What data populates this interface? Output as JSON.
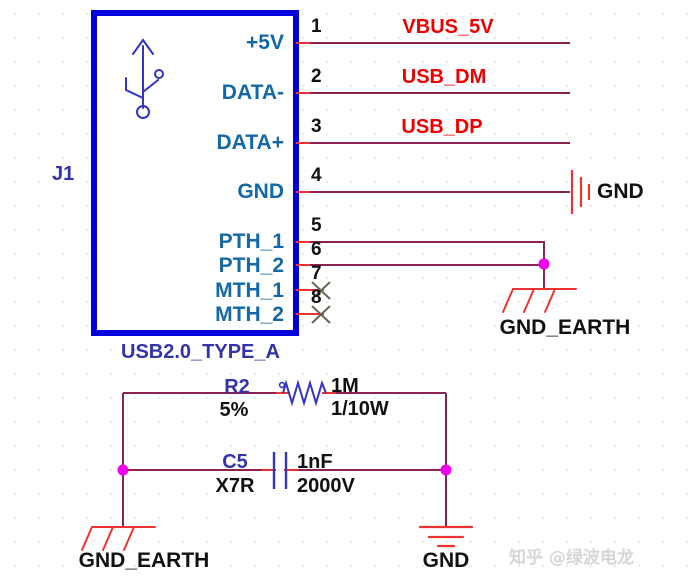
{
  "colors": {
    "body_outline": "#0000dd",
    "pin_label": "#1468a8",
    "designator": "#3333aa",
    "net_label": "#ee0000",
    "wire": "#8b2252",
    "pin_line": "#ee3333",
    "junction": "#ee00ee",
    "ground": "#ee3333",
    "symbol": "#3333cc",
    "grid_dot": "#e4e4ea",
    "watermark": "#d6d6d6"
  },
  "connector": {
    "designator": "J1",
    "part_name": "USB2.0_TYPE_A",
    "symbol_icon": "usb-trident-icon",
    "pins": [
      {
        "number": "1",
        "name": "+5V"
      },
      {
        "number": "2",
        "name": "DATA-"
      },
      {
        "number": "3",
        "name": "DATA+"
      },
      {
        "number": "4",
        "name": "GND"
      },
      {
        "number": "5",
        "name": "PTH_1"
      },
      {
        "number": "6",
        "name": "PTH_2"
      },
      {
        "number": "7",
        "name": "MTH_1"
      },
      {
        "number": "8",
        "name": "MTH_2"
      }
    ]
  },
  "nets": [
    {
      "label": "VBUS_5V",
      "pin": "1"
    },
    {
      "label": "USB_DM",
      "pin": "2"
    },
    {
      "label": "USB_DP",
      "pin": "3"
    }
  ],
  "power_symbols": [
    {
      "id": "gnd-pin4",
      "label": "GND",
      "type": "gnd-bars"
    },
    {
      "id": "gnd-earth-pth",
      "label": "GND_EARTH",
      "type": "earth"
    },
    {
      "id": "gnd-earth-bottom",
      "label": "GND_EARTH",
      "type": "earth"
    },
    {
      "id": "gnd-bottom",
      "label": "GND",
      "type": "gnd-ladder"
    }
  ],
  "components": [
    {
      "designator": "R2",
      "type": "resistor",
      "value": "1M",
      "tolerance": "5%",
      "rating": "1/10W"
    },
    {
      "designator": "C5",
      "type": "capacitor",
      "value": "1nF",
      "dielectric": "X7R",
      "rating": "2000V"
    }
  ],
  "no_connect_pins": [
    "7",
    "8"
  ],
  "watermark": {
    "text": "知乎 @绿波电龙"
  }
}
